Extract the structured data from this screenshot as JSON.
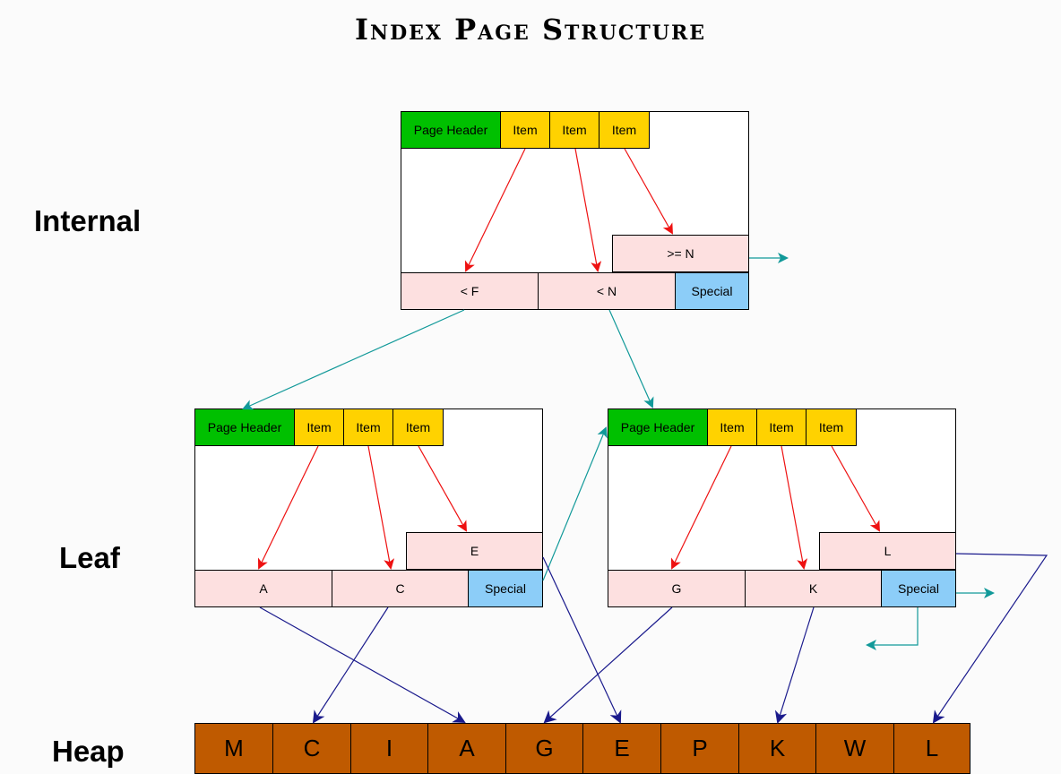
{
  "title": "Index Page Structure",
  "levels": {
    "internal": "Internal",
    "leaf": "Leaf",
    "heap": "Heap"
  },
  "internal": {
    "header": "Page Header",
    "items": [
      "Item",
      "Item",
      "Item"
    ],
    "tuples": [
      "< F",
      "< N",
      ">= N"
    ],
    "special": "Special"
  },
  "leaf1": {
    "header": "Page Header",
    "items": [
      "Item",
      "Item",
      "Item"
    ],
    "tuples": [
      "A",
      "C",
      "E"
    ],
    "special": "Special"
  },
  "leaf2": {
    "header": "Page Header",
    "items": [
      "Item",
      "Item",
      "Item"
    ],
    "tuples": [
      "G",
      "K",
      "L"
    ],
    "special": "Special"
  },
  "heap": [
    "M",
    "C",
    "I",
    "A",
    "G",
    "E",
    "P",
    "K",
    "W",
    "L"
  ],
  "colors": {
    "header": "#00c000",
    "item": "#ffd200",
    "tuple": "#fde0e0",
    "special": "#8ccdf8",
    "heap": "#bf5a00",
    "item_arrow": "#ee1111",
    "link_arrow": "#119999",
    "heap_arrow": "#1a1a8c"
  }
}
